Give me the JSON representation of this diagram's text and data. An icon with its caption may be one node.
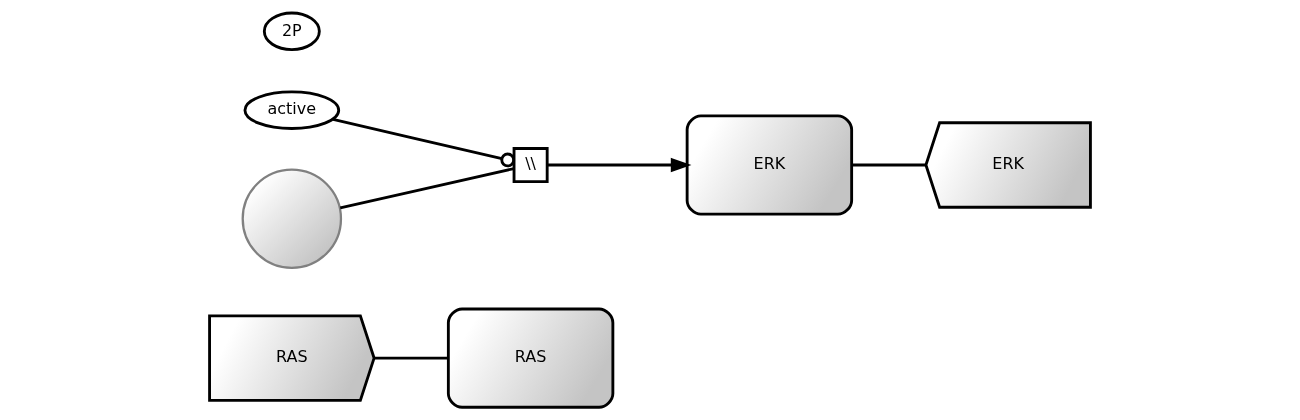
{
  "diagram": {
    "nodes": [
      {
        "text": [
          "RAS"
        ]
      },
      {
        "text": [
          "RAS"
        ]
      },
      {
        "text": [
          "active"
        ]
      },
      {
        "text": [],
        "shape": "circle"
      },
      {
        "text": [
          "\\\\"
        ]
      },
      {
        "text": [
          "ERK"
        ]
      },
      {
        "text": [
          "2P"
        ]
      },
      {
        "text": [
          "ERK"
        ]
      }
    ],
    "edges": [
      {
        "from": 0,
        "to": 1,
        "arrow": "none"
      },
      {
        "from": 2,
        "to": 4,
        "arrow": "other"
      },
      {
        "from": 3,
        "to": 4,
        "arrow": "none"
      },
      {
        "from": 4,
        "to": 5,
        "arrow": "to"
      },
      {
        "from": 5,
        "to": 7,
        "arrow": "none"
      }
    ]
  }
}
